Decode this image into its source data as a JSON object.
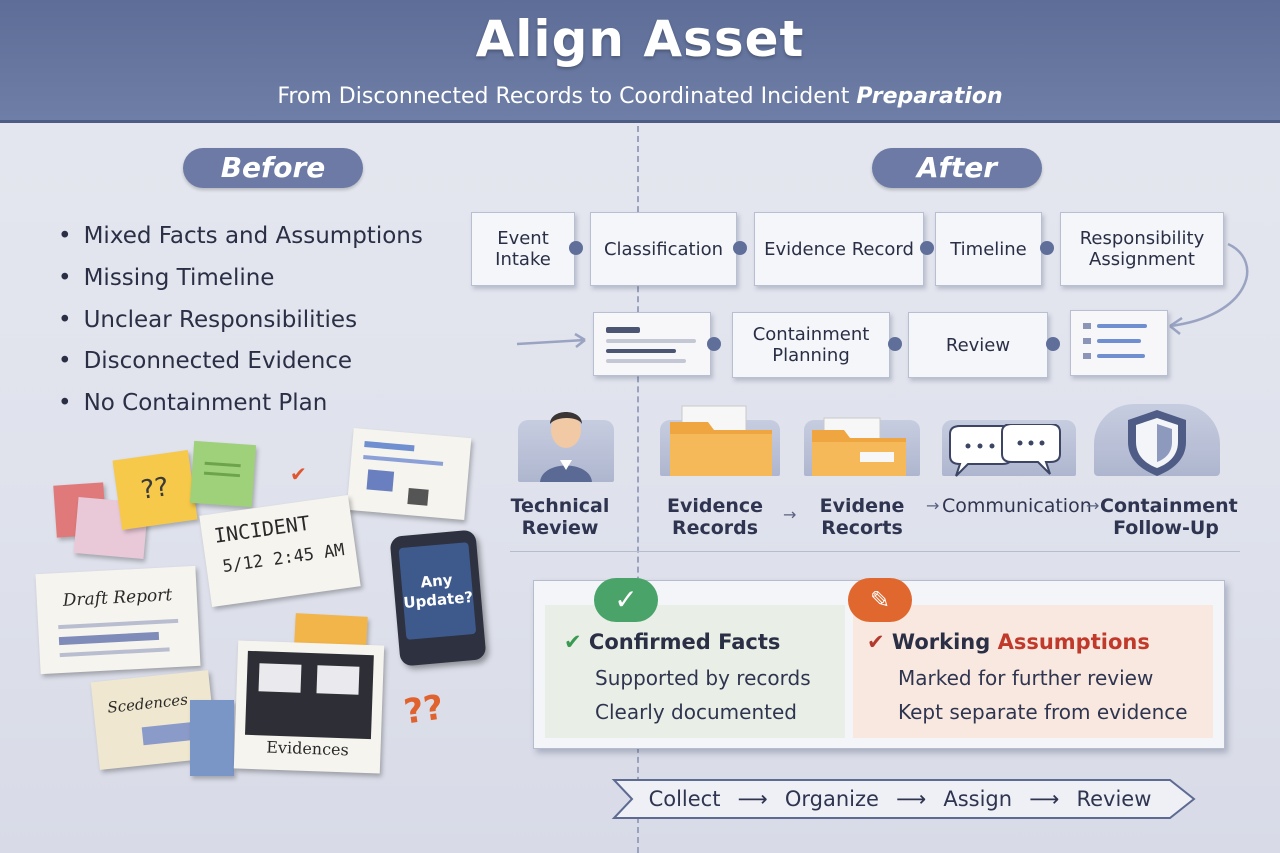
{
  "header": {
    "title": "Align Asset",
    "subtitle_plain": "From Disconnected Records to Coordinated Incident",
    "subtitle_emphasis": "Preparation"
  },
  "before": {
    "label": "Before",
    "bullets": [
      "Mixed Facts and Assumptions",
      "Missing Timeline",
      "Unclear Responsibilities",
      "Disconnected Evidence",
      "No Containment Plan"
    ],
    "clutter": {
      "note_question": "??",
      "incident_title": "INCIDENT",
      "incident_time": "5/12 2:45 AM",
      "draft_report": "Draft Report",
      "phone_text": "Any Update?",
      "scedences": "Scedences",
      "evidences": "Evidences",
      "question_marks": "??"
    }
  },
  "after": {
    "label": "After",
    "process_row1": [
      "Event Intake",
      "Classification",
      "Evidence Record",
      "Timeline",
      "Responsibility Assignment"
    ],
    "process_row2": [
      "Containment Planning",
      "Review"
    ],
    "icons": [
      {
        "label": "Technical Review",
        "icon": "person-icon"
      },
      {
        "label": "Evidence Records",
        "icon": "folder-icon"
      },
      {
        "label": "Evidene Recorts",
        "icon": "folder-icon"
      },
      {
        "label": "Communication",
        "icon": "chat-bubbles-icon"
      },
      {
        "label": "Containment Follow-Up",
        "icon": "shield-icon"
      }
    ],
    "facts": {
      "confirmed_title": "Confirmed Facts",
      "confirmed_items": [
        "Supported by records",
        "Clearly documented"
      ],
      "working_title_1": "Working",
      "working_title_2": "Assumptions",
      "working_items": [
        "Marked for further review",
        "Kept separate from evidence"
      ]
    },
    "flow": [
      "Collect",
      "Organize",
      "Assign",
      "Review"
    ]
  },
  "colors": {
    "header": "#6373a0",
    "pill": "#6c7aa5",
    "confirmed": "#3a9a52",
    "working": "#c0392b",
    "working_accent": "#e0672e"
  }
}
